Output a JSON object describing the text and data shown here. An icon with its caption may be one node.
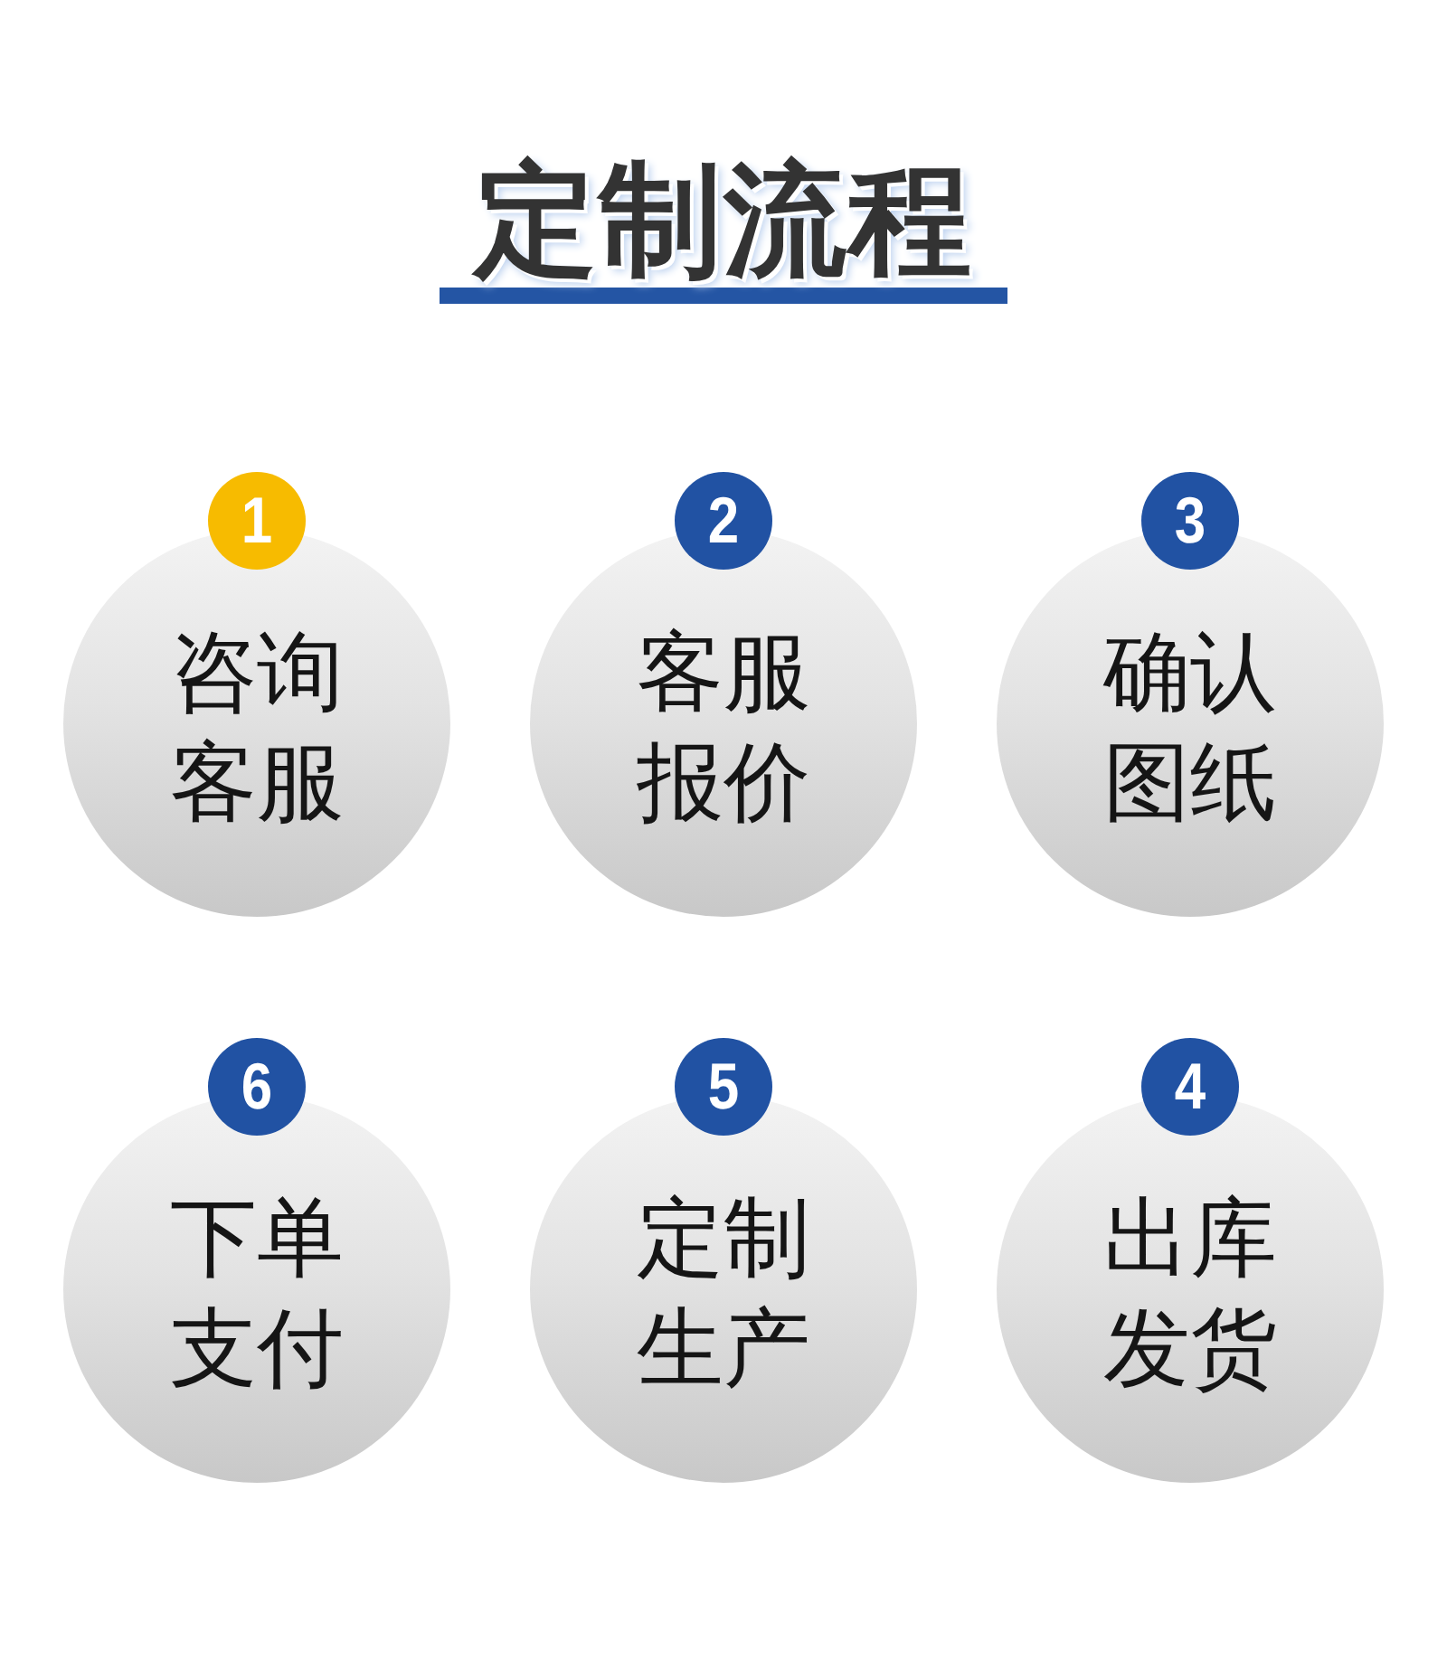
{
  "diagram": {
    "title": "定制流程",
    "nodes": [
      {
        "text": [
          "1"
        ]
      },
      {
        "text": [
          "咨询客服"
        ]
      },
      {
        "text": [
          "2"
        ]
      },
      {
        "text": [
          "客服报价"
        ]
      },
      {
        "text": [
          "3"
        ]
      },
      {
        "text": [
          "确认图纸"
        ]
      },
      {
        "text": [
          "6"
        ]
      },
      {
        "text": [
          "下单支付"
        ]
      },
      {
        "text": [
          "5"
        ]
      },
      {
        "text": [
          "定制生产"
        ]
      },
      {
        "text": [
          "4"
        ]
      },
      {
        "text": [
          "出库发货"
        ]
      }
    ]
  }
}
